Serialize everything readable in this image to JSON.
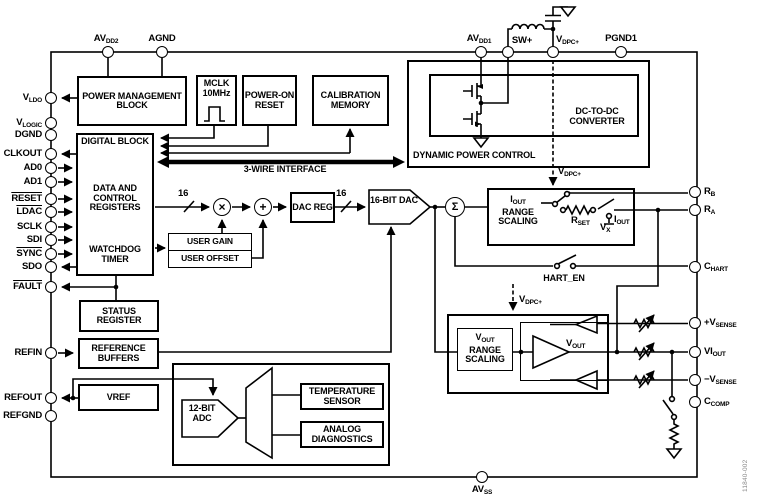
{
  "meta": {
    "code": "11840-002"
  },
  "colors": {
    "background": "#ffffff",
    "line": "#000000",
    "code": "#8a8a8a"
  },
  "pins": {
    "top": [
      {
        "pre": "AV",
        "sub": "DD2"
      },
      {
        "pre": "AGND",
        "sub": ""
      },
      {
        "pre": "AV",
        "sub": "DD1"
      },
      {
        "pre": "SW+",
        "sub": ""
      },
      {
        "pre": "V",
        "sub": "DPC+"
      },
      {
        "pre": "PGND1",
        "sub": ""
      }
    ],
    "left": [
      {
        "pre": "V",
        "sub": "LDO"
      },
      {
        "pre": "V",
        "sub": "LOGIC"
      },
      {
        "pre": "DGND",
        "sub": ""
      },
      {
        "pre": "CLKOUT",
        "sub": ""
      },
      {
        "pre": "AD0",
        "sub": ""
      },
      {
        "pre": "AD1",
        "sub": ""
      },
      {
        "pre": "RESET",
        "sub": ""
      },
      {
        "pre": "LDAC",
        "sub": ""
      },
      {
        "pre": "SCLK",
        "sub": ""
      },
      {
        "pre": "SDI",
        "sub": ""
      },
      {
        "pre": "SYNC",
        "sub": ""
      },
      {
        "pre": "SDO",
        "sub": ""
      },
      {
        "pre": "FAULT",
        "sub": ""
      },
      {
        "pre": "REFIN",
        "sub": ""
      },
      {
        "pre": "REFOUT",
        "sub": ""
      },
      {
        "pre": "REFGND",
        "sub": ""
      }
    ],
    "right": [
      {
        "pre": "R",
        "sub": "B"
      },
      {
        "pre": "R",
        "sub": "A"
      },
      {
        "pre": "C",
        "sub": "HART"
      },
      {
        "pre": "+V",
        "sub": "SENSE"
      },
      {
        "pre": "VI",
        "sub": "OUT"
      },
      {
        "pre": "−V",
        "sub": "SENSE"
      },
      {
        "pre": "C",
        "sub": "COMP"
      }
    ],
    "bottom": [
      {
        "pre": "AV",
        "sub": "SS"
      }
    ]
  },
  "blocks": {
    "power_management": "POWER MANAGEMENT BLOCK",
    "mclk": "MCLK 10MHz",
    "power_on_reset": "POWER-ON RESET",
    "calibration_memory": "CALIBRATION MEMORY",
    "digital_title": "DIGITAL BLOCK",
    "data_control": "DATA AND CONTROL REGISTERS",
    "watchdog": "WATCHDOG TIMER",
    "user_gain": "USER GAIN",
    "user_offset": "USER OFFSET",
    "dac_reg": "DAC REG",
    "dac_16bit": "16-BIT DAC",
    "status_register": "STATUS REGISTER",
    "reference_buffers": "REFERENCE BUFFERS",
    "vref": "VREF",
    "adc_12bit": "12-BIT ADC",
    "temperature_sensor": "TEMPERATURE SENSOR",
    "analog_diagnostics": "ANALOG DIAGNOSTICS",
    "dc_to_dc": "DC-TO-DC CONVERTER",
    "dynamic_power_control": "DYNAMIC POWER CONTROL",
    "iout_scaling": {
      "pre": "I",
      "sub": "OUT",
      "rest": "RANGE SCALING"
    },
    "vout_scaling": {
      "pre": "V",
      "sub": "OUT",
      "rest": "RANGE SCALING"
    }
  },
  "labels": {
    "three_wire": "3-WIRE INTERFACE",
    "bus_width": "16",
    "hart_en": "HART_EN",
    "vdpc": {
      "pre": "V",
      "sub": "DPC+"
    },
    "rset": {
      "pre": "R",
      "sub": "SET"
    },
    "vx": {
      "pre": "V",
      "sub": "X"
    },
    "iout": {
      "pre": "I",
      "sub": "OUT"
    },
    "vout": {
      "pre": "V",
      "sub": "OUT"
    },
    "sigma": "Σ",
    "multiply": "×",
    "add": "+"
  }
}
